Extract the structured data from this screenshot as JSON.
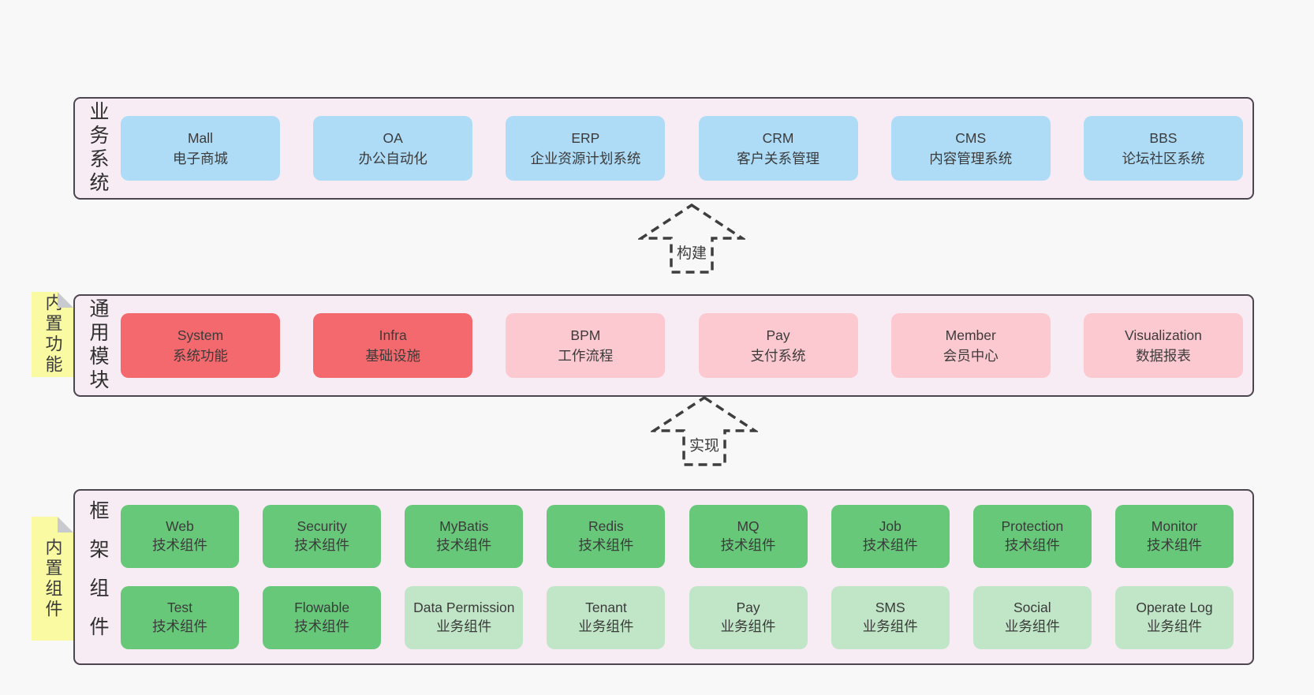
{
  "colors": {
    "page_bg": "#f8f8f8",
    "band_bg": "#f8ecf4",
    "band_border": "#4c4650",
    "box_blue": "#aedcf7",
    "box_red": "#f4696d",
    "box_pink": "#fdc9d1",
    "box_green": "#67c87a",
    "box_light_green": "#c0e6c7",
    "sticky_yellow": "#fafaa3",
    "sticky_fold_gray": "#c9c9d0",
    "text": "#3b3b3b"
  },
  "arrows": [
    {
      "label": "构建"
    },
    {
      "label": "实现"
    }
  ],
  "bands": [
    {
      "label_vertical": "业务系统",
      "boxes": [
        {
          "en": "Mall",
          "zh": "电子商城",
          "variant": "blue"
        },
        {
          "en": "OA",
          "zh": "办公自动化",
          "variant": "blue"
        },
        {
          "en": "ERP",
          "zh": "企业资源计划系统",
          "variant": "blue"
        },
        {
          "en": "CRM",
          "zh": "客户关系管理",
          "variant": "blue"
        },
        {
          "en": "CMS",
          "zh": "内容管理系统",
          "variant": "blue"
        },
        {
          "en": "BBS",
          "zh": "论坛社区系统",
          "variant": "blue"
        }
      ]
    },
    {
      "label_vertical": "通用模块",
      "sticky": "内置功能",
      "boxes": [
        {
          "en": "System",
          "zh": "系统功能",
          "variant": "red"
        },
        {
          "en": "Infra",
          "zh": "基础设施",
          "variant": "red"
        },
        {
          "en": "BPM",
          "zh": "工作流程",
          "variant": "pink"
        },
        {
          "en": "Pay",
          "zh": "支付系统",
          "variant": "pink"
        },
        {
          "en": "Member",
          "zh": "会员中心",
          "variant": "pink"
        },
        {
          "en": "Visualization",
          "zh": "数据报表",
          "variant": "pink"
        }
      ]
    },
    {
      "label_vertical": "框架组件",
      "sticky": "内置组件",
      "rows": [
        [
          {
            "en": "Web",
            "zh": "技术组件",
            "variant": "green"
          },
          {
            "en": "Security",
            "zh": "技术组件",
            "variant": "green"
          },
          {
            "en": "MyBatis",
            "zh": "技术组件",
            "variant": "green"
          },
          {
            "en": "Redis",
            "zh": "技术组件",
            "variant": "green"
          },
          {
            "en": "MQ",
            "zh": "技术组件",
            "variant": "green"
          },
          {
            "en": "Job",
            "zh": "技术组件",
            "variant": "green"
          },
          {
            "en": "Protection",
            "zh": "技术组件",
            "variant": "green"
          },
          {
            "en": "Monitor",
            "zh": "技术组件",
            "variant": "green"
          }
        ],
        [
          {
            "en": "Test",
            "zh": "技术组件",
            "variant": "green"
          },
          {
            "en": "Flowable",
            "zh": "技术组件",
            "variant": "green"
          },
          {
            "en": "Data Permission",
            "zh": "业务组件",
            "variant": "lgreen"
          },
          {
            "en": "Tenant",
            "zh": "业务组件",
            "variant": "lgreen"
          },
          {
            "en": "Pay",
            "zh": "业务组件",
            "variant": "lgreen"
          },
          {
            "en": "SMS",
            "zh": "业务组件",
            "variant": "lgreen"
          },
          {
            "en": "Social",
            "zh": "业务组件",
            "variant": "lgreen"
          },
          {
            "en": "Operate Log",
            "zh": "业务组件",
            "variant": "lgreen"
          }
        ]
      ]
    }
  ]
}
